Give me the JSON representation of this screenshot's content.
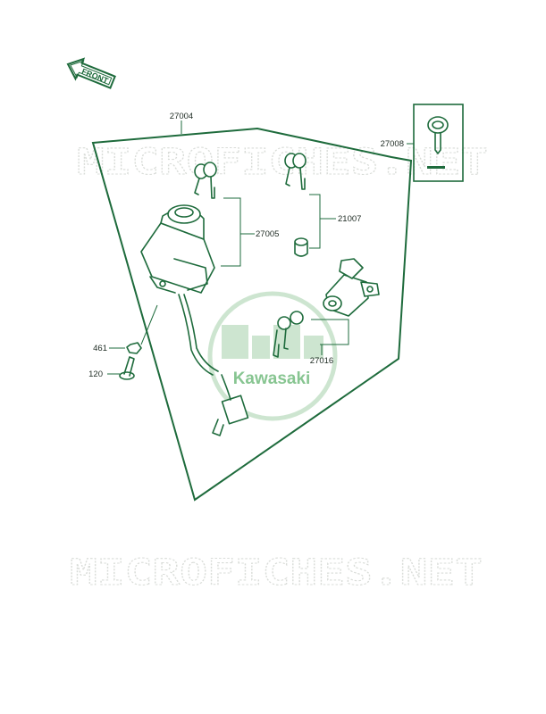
{
  "watermark": {
    "text": "MICROFICHES.NET",
    "brand": "Kawasaki",
    "color": "#d9dcd8",
    "brand_color": "#7bbf86"
  },
  "front_arrow": {
    "label": "FRONT"
  },
  "parts": {
    "p27004": "27004",
    "p27008": "27008",
    "p27005": "27005",
    "p21007": "21007",
    "p27016": "27016",
    "p461": "461",
    "p120": "120"
  },
  "colors": {
    "line": "#1e6b3c",
    "text": "#1d2a22"
  }
}
